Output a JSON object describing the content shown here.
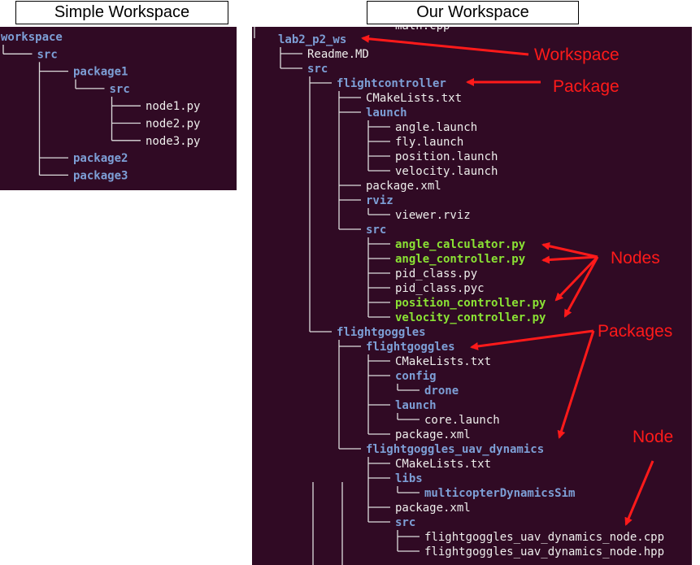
{
  "simple_title": "Simple Workspace",
  "our_title": "Our Workspace",
  "simple_tree": [
    {
      "d": 0,
      "name": "workspace",
      "kind": "dir"
    },
    {
      "d": 1,
      "name": "src",
      "kind": "dir"
    },
    {
      "d": 2,
      "name": "package1",
      "kind": "dir"
    },
    {
      "d": 3,
      "name": "src",
      "kind": "dir"
    },
    {
      "d": 4,
      "name": "node1.py",
      "kind": "file"
    },
    {
      "d": 4,
      "name": "node2.py",
      "kind": "file"
    },
    {
      "d": 4,
      "name": "node3.py",
      "kind": "file"
    },
    {
      "d": 2,
      "name": "package2",
      "kind": "dir"
    },
    {
      "d": 2,
      "name": "package3",
      "kind": "dir"
    }
  ],
  "our_tree_partial_top": "math.cpp",
  "our_tree": [
    {
      "d": 0,
      "name": "lab2_p2_ws",
      "kind": "dir"
    },
    {
      "d": 1,
      "name": "Readme.MD",
      "kind": "file"
    },
    {
      "d": 1,
      "name": "src",
      "kind": "dir"
    },
    {
      "d": 2,
      "name": "flightcontroller",
      "kind": "dir"
    },
    {
      "d": 3,
      "name": "CMakeLists.txt",
      "kind": "file"
    },
    {
      "d": 3,
      "name": "launch",
      "kind": "dir"
    },
    {
      "d": 4,
      "name": "angle.launch",
      "kind": "file"
    },
    {
      "d": 4,
      "name": "fly.launch",
      "kind": "file"
    },
    {
      "d": 4,
      "name": "position.launch",
      "kind": "file"
    },
    {
      "d": 4,
      "name": "velocity.launch",
      "kind": "file"
    },
    {
      "d": 3,
      "name": "package.xml",
      "kind": "file"
    },
    {
      "d": 3,
      "name": "rviz",
      "kind": "dir"
    },
    {
      "d": 4,
      "name": "viewer.rviz",
      "kind": "file"
    },
    {
      "d": 3,
      "name": "src",
      "kind": "dir"
    },
    {
      "d": 4,
      "name": "angle_calculator.py",
      "kind": "exe"
    },
    {
      "d": 4,
      "name": "angle_controller.py",
      "kind": "exe"
    },
    {
      "d": 4,
      "name": "pid_class.py",
      "kind": "file"
    },
    {
      "d": 4,
      "name": "pid_class.pyc",
      "kind": "file"
    },
    {
      "d": 4,
      "name": "position_controller.py",
      "kind": "exe"
    },
    {
      "d": 4,
      "name": "velocity_controller.py",
      "kind": "exe"
    },
    {
      "d": 2,
      "name": "flightgoggles",
      "kind": "dir"
    },
    {
      "d": 3,
      "name": "flightgoggles",
      "kind": "dir"
    },
    {
      "d": 4,
      "name": "CMakeLists.txt",
      "kind": "file"
    },
    {
      "d": 4,
      "name": "config",
      "kind": "dir"
    },
    {
      "d": 5,
      "name": "drone",
      "kind": "dir"
    },
    {
      "d": 4,
      "name": "launch",
      "kind": "dir"
    },
    {
      "d": 5,
      "name": "core.launch",
      "kind": "file"
    },
    {
      "d": 4,
      "name": "package.xml",
      "kind": "file"
    },
    {
      "d": 3,
      "name": "flightgoggles_uav_dynamics",
      "kind": "dir"
    },
    {
      "d": 4,
      "name": "CMakeLists.txt",
      "kind": "file"
    },
    {
      "d": 4,
      "name": "libs",
      "kind": "dir"
    },
    {
      "d": 5,
      "name": "multicopterDynamicsSim",
      "kind": "dir"
    },
    {
      "d": 4,
      "name": "package.xml",
      "kind": "file"
    },
    {
      "d": 4,
      "name": "src",
      "kind": "dir"
    },
    {
      "d": 5,
      "name": "flightgoggles_uav_dynamics_node.cpp",
      "kind": "file"
    },
    {
      "d": 5,
      "name": "flightgoggles_uav_dynamics_node.hpp",
      "kind": "file"
    }
  ],
  "annotations": {
    "workspace": "Workspace",
    "package": "Package",
    "nodes": "Nodes",
    "packages": "Packages",
    "node": "Node"
  },
  "colors": {
    "terminal_bg": "#300a24",
    "dir": "#7d9fd6",
    "file": "#eeeeec",
    "exe": "#8ae234",
    "annotation": "#ff1a1a"
  }
}
